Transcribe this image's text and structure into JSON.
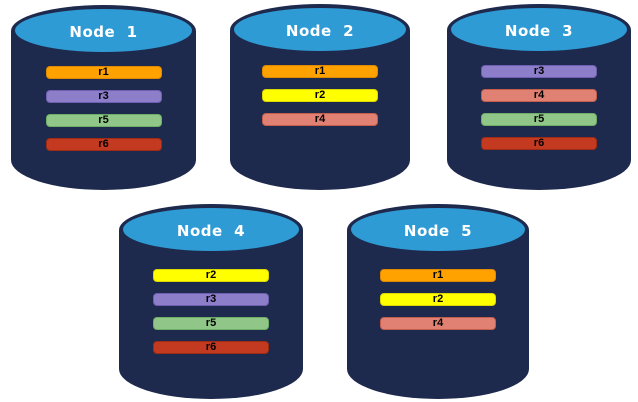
{
  "theme": {
    "cylinder_body_color": "#1E2A4D",
    "cylinder_top_color": "#2F9BD5",
    "title_text_color": "#FFFFFF",
    "bar_text_color": "#000000",
    "background_color": "#FFFFFF"
  },
  "replica_colors": {
    "r1": {
      "bg": "#FFA200",
      "border": "#DE8A00"
    },
    "r2": {
      "bg": "#FFFF00",
      "border": "#DCD800"
    },
    "r3": {
      "bg": "#8D7EC9",
      "border": "#6F5FB0"
    },
    "r4": {
      "bg": "#E08173",
      "border": "#C45F4E"
    },
    "r5": {
      "bg": "#90C788",
      "border": "#6FAE66"
    },
    "r6": {
      "bg": "#C33A21",
      "border": "#9E2C14"
    }
  },
  "nodes": [
    {
      "title": "Node  1",
      "replicas": [
        "r1",
        "r3",
        "r5",
        "r6"
      ]
    },
    {
      "title": "Node  2",
      "replicas": [
        "r1",
        "r2",
        "r4"
      ]
    },
    {
      "title": "Node  3",
      "replicas": [
        "r3",
        "r4",
        "r5",
        "r6"
      ]
    },
    {
      "title": "Node  4",
      "replicas": [
        "r2",
        "r3",
        "r5",
        "r6"
      ]
    },
    {
      "title": "Node  5",
      "replicas": [
        "r1",
        "r2",
        "r4"
      ]
    }
  ]
}
